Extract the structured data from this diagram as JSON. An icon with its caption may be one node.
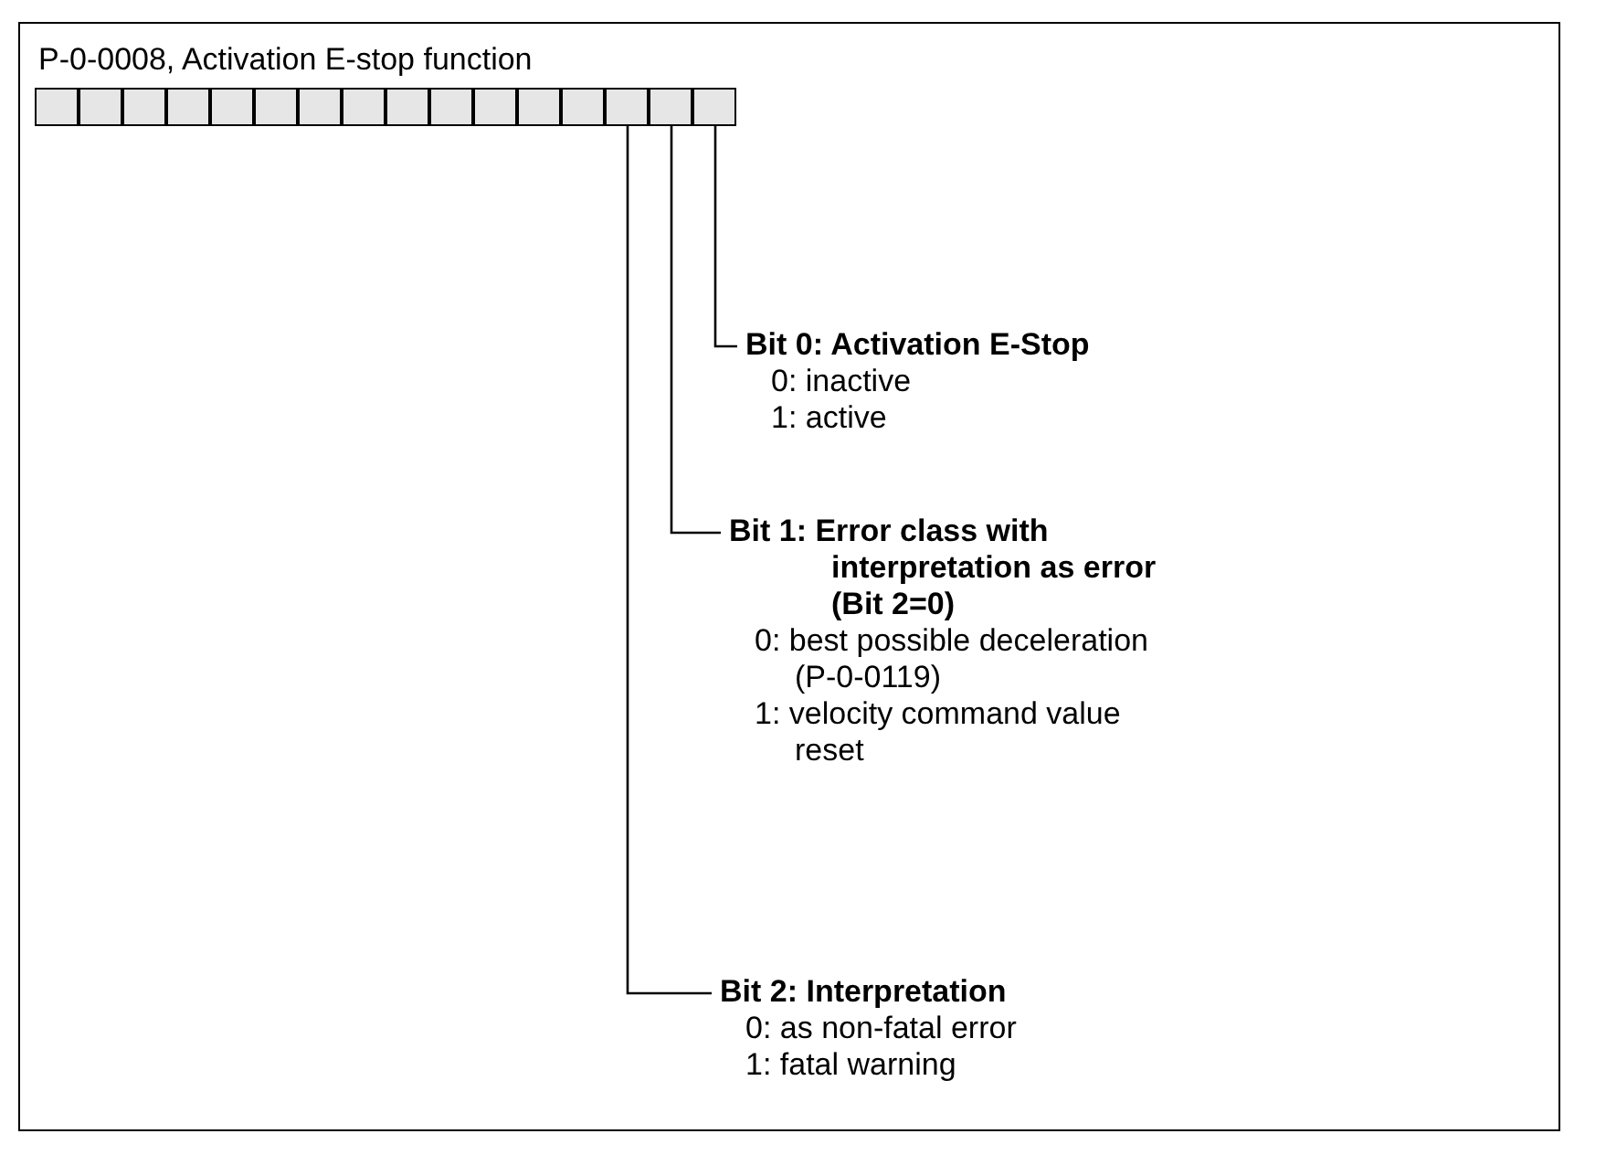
{
  "diagram": {
    "nodes": [
      {
        "text": [
          "P-0-0008, Activation E-stop function"
        ]
      },
      {
        "text": [],
        "shape": "box",
        "in": 0
      },
      {
        "text": [],
        "shape": "box",
        "in": 0
      },
      {
        "text": [],
        "shape": "box",
        "in": 0
      },
      {
        "text": [],
        "shape": "box",
        "in": 0
      },
      {
        "text": [],
        "shape": "box",
        "in": 0
      },
      {
        "text": [],
        "shape": "box",
        "in": 0
      },
      {
        "text": [],
        "shape": "box",
        "in": 0
      },
      {
        "text": [],
        "shape": "box",
        "in": 0
      },
      {
        "text": [],
        "shape": "box",
        "in": 0
      },
      {
        "text": [],
        "shape": "box",
        "in": 0
      },
      {
        "text": [],
        "shape": "box",
        "in": 0
      },
      {
        "text": [],
        "shape": "box",
        "in": 0
      },
      {
        "text": [],
        "shape": "box",
        "in": 0
      },
      {
        "text": [],
        "shape": "box",
        "in": 0
      },
      {
        "text": [],
        "shape": "box",
        "in": 0
      },
      {
        "text": [],
        "shape": "box",
        "in": 0
      },
      {
        "text": [
          "Bit 0: Activation E-Stop",
          "0: inactive",
          "1: active"
        ],
        "in": 0
      },
      {
        "text": [
          "Bit 1: Error class with interpretation as error (Bit 2=0)",
          "0: best possible deceleration (P-0-0119)",
          "1: velocity command value reset"
        ],
        "in": 0
      },
      {
        "text": [
          "Bit 2: Interpretation",
          "0: as non-fatal error",
          "1: fatal warning"
        ],
        "in": 0
      }
    ],
    "edges": [
      {
        "from": 17,
        "to": 16,
        "arrow": "none"
      },
      {
        "from": 18,
        "to": 15,
        "arrow": "none"
      },
      {
        "from": 19,
        "to": 14,
        "arrow": "none"
      }
    ]
  }
}
